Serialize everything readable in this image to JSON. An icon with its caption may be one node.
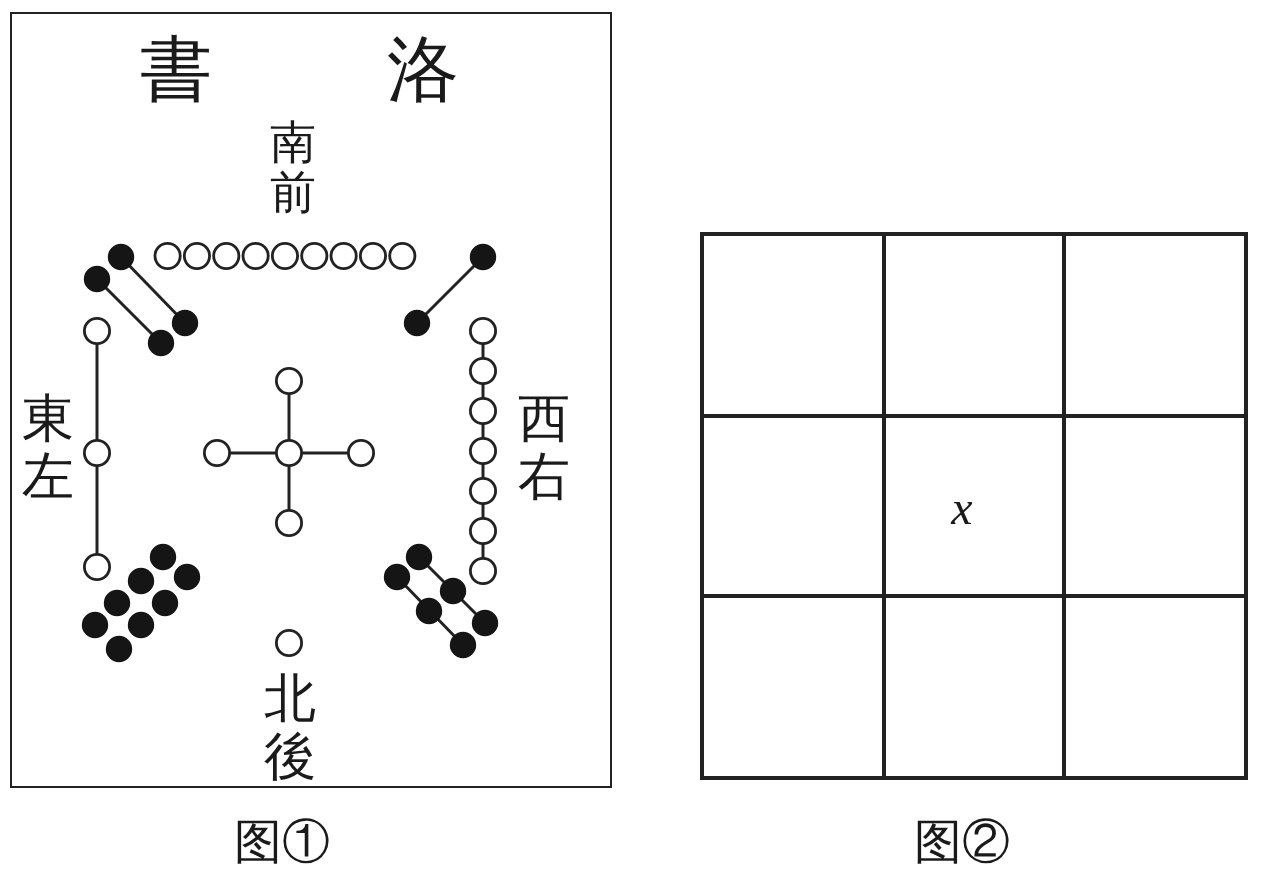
{
  "diagram": {
    "nodes": [
      {
        "text": [
          "書 洛",
          "南前",
          "東左",
          "西右",
          "北後"
        ],
        "beside": [
          "图①"
        ]
      },
      {
        "text": [],
        "shape": "box",
        "beside": [
          "图②"
        ]
      },
      {
        "text": [],
        "shape": "box",
        "in": 1
      },
      {
        "text": [],
        "shape": "box",
        "in": 1
      },
      {
        "text": [],
        "shape": "box",
        "in": 1
      },
      {
        "text": [],
        "shape": "box",
        "in": 1
      },
      {
        "text": [
          "x"
        ],
        "in": 1
      },
      {
        "text": [],
        "shape": "box",
        "in": 1
      },
      {
        "text": [],
        "shape": "box",
        "in": 1
      },
      {
        "text": [],
        "shape": "box",
        "in": 1
      },
      {
        "text": [],
        "shape": "box",
        "in": 1
      }
    ]
  }
}
